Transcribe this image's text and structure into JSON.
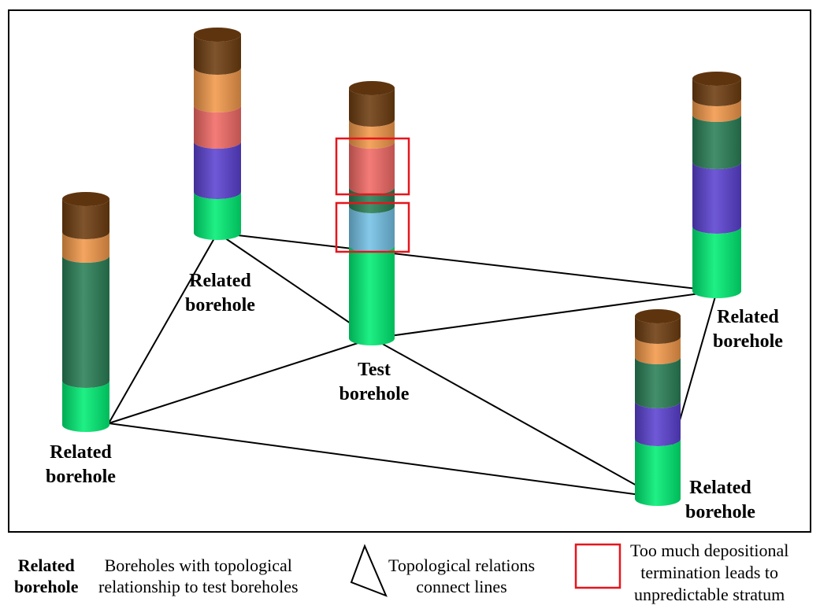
{
  "colors": {
    "top": "#6e3d10",
    "orange": "#f2994a",
    "red": "#f26a66",
    "purple": "#5b42d2",
    "green": "#00ee74",
    "dark_green": "#2a8057",
    "light_blue": "#74c2e6",
    "highlight": "#e8141c"
  },
  "labels": {
    "related_top": [
      "Related",
      "borehole"
    ],
    "test": [
      "Test",
      "borehole"
    ],
    "related_left": [
      "Related",
      "borehole"
    ],
    "related_right": [
      "Related",
      "borehole"
    ],
    "related_bottom_right": [
      "Related",
      "borehole"
    ]
  },
  "legend": {
    "sample_label": [
      "Related",
      "borehole"
    ],
    "sample_desc": [
      "Boreholes with topological",
      "relationship to test boreholes"
    ],
    "triangle_desc": [
      "Topological relations",
      "connect lines"
    ],
    "box_desc": [
      "Too much depositional",
      "termination leads to",
      "unpredictable stratum"
    ]
  }
}
